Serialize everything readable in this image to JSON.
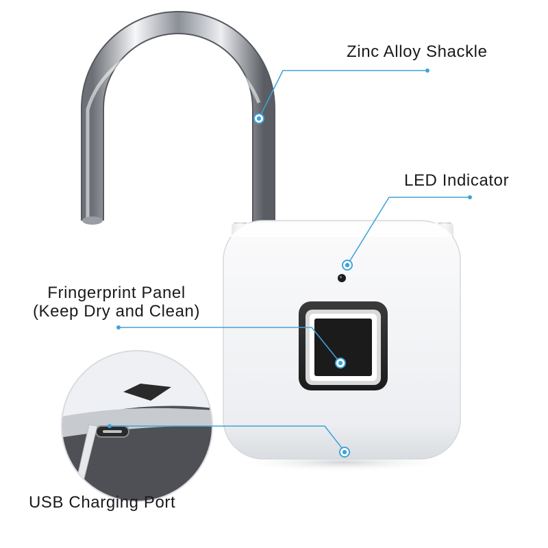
{
  "callouts": {
    "shackle": "Zinc Alloy Shackle",
    "led": "LED Indicator",
    "panel_line1": "Fringerprint Panel",
    "panel_line2": "(Keep Dry and Clean)",
    "usb": "USB Charging Port"
  },
  "colors": {
    "callout_line": "#3fa3d9",
    "label_text": "#1a1a1a",
    "lock_body": "#f4f5f7",
    "sensor_frame": "#2b2b2b"
  }
}
